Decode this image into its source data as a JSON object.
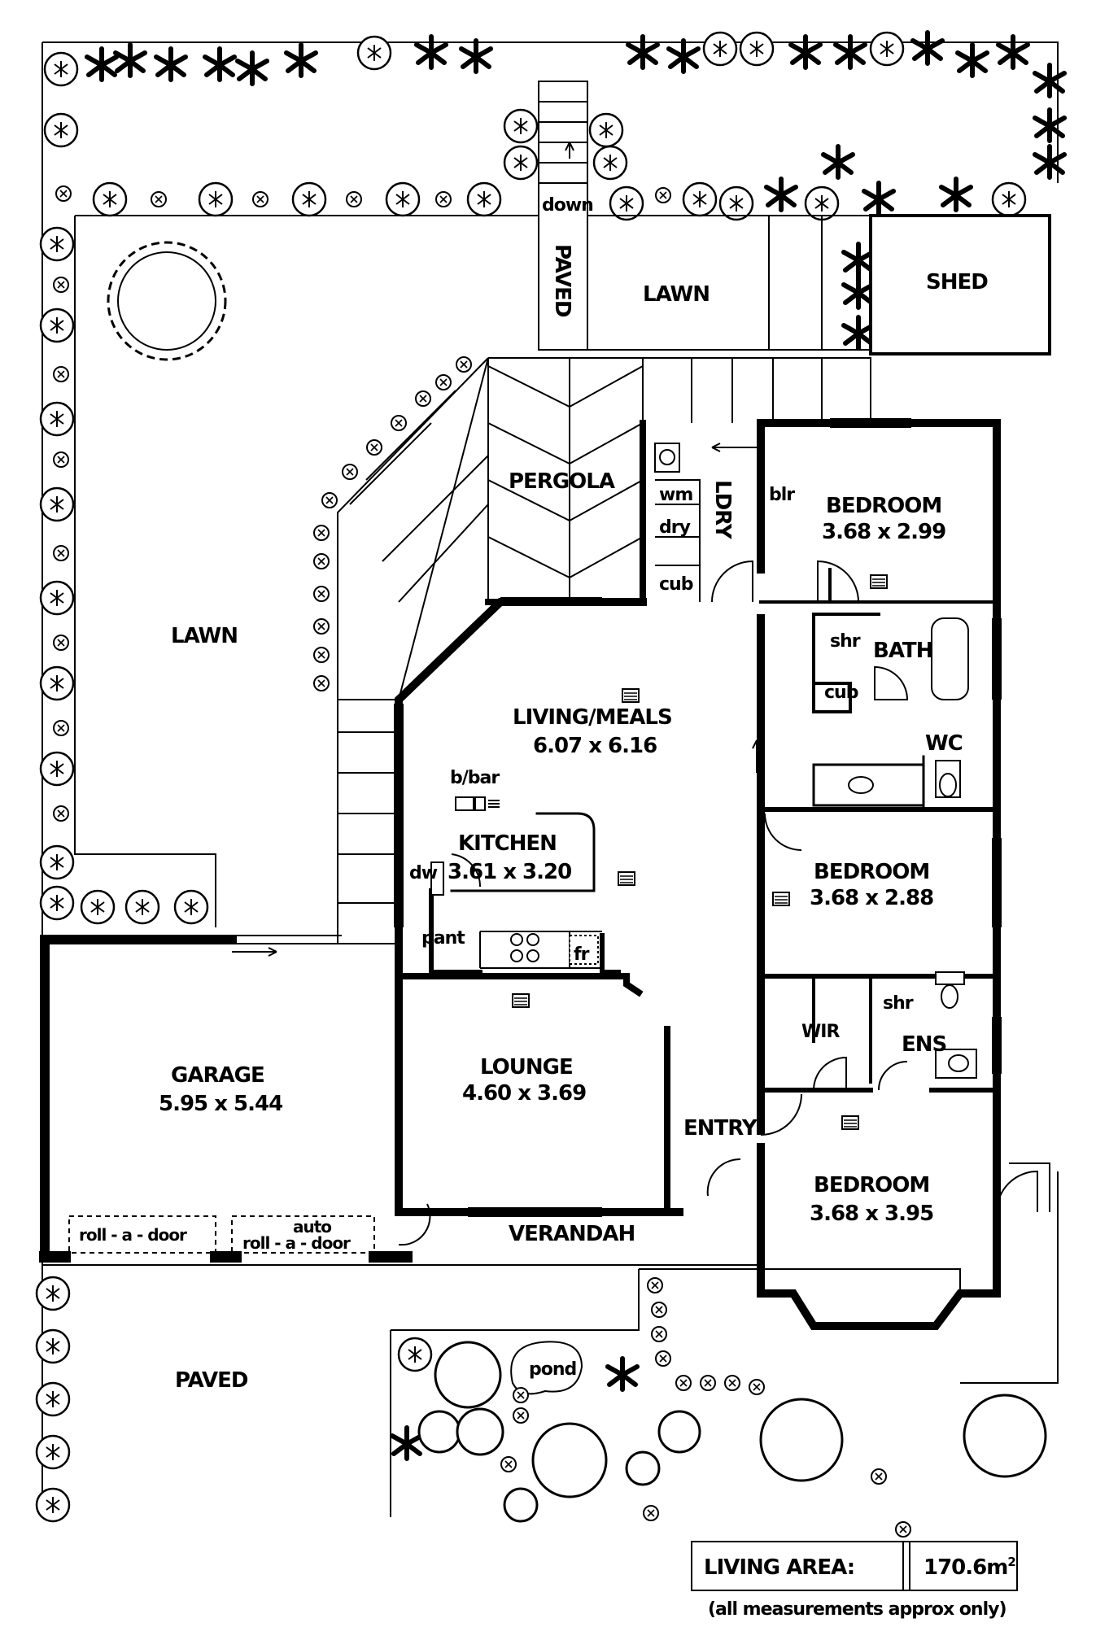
{
  "rooms": {
    "lawn_top": "LAWN",
    "paved_path": "PAVED",
    "down": "down",
    "shed": "SHED",
    "pergola": "PERGOLA",
    "ldry": "LDRY",
    "wm": "wm",
    "dry": "dry",
    "cub_ldry": "cub",
    "blr": "blr",
    "bedroom1": "BEDROOM",
    "bedroom1_dims": "3.68 x 2.99",
    "shr_bath": "shr",
    "bath": "BATH",
    "cub_bath": "cub",
    "wc": "WC",
    "lawn_left": "LAWN",
    "living": "LIVING/MEALS",
    "living_dims": "6.07 x 6.16",
    "bbar": "b/bar",
    "kitchen": "KITCHEN",
    "kitchen_dims": "3.61 x 3.20",
    "dw": "dw",
    "pant": "pant",
    "fr": "fr",
    "bedroom2": "BEDROOM",
    "bedroom2_dims": "3.68 x 2.88",
    "garage": "GARAGE",
    "garage_dims": "5.95 x 5.44",
    "lounge": "LOUNGE",
    "lounge_dims": "4.60 x 3.69",
    "wir": "WIR",
    "shr_ens": "shr",
    "ens": "ENS",
    "entry": "ENTRY",
    "bedroom3": "BEDROOM",
    "bedroom3_dims": "3.68 x 3.95",
    "roll_door": "roll - a - door",
    "auto": "auto",
    "auto_roll_door": "roll - a - door",
    "verandah": "VERANDAH",
    "paved_front": "PAVED",
    "pond": "pond"
  },
  "legend": {
    "living_area_label": "LIVING AREA:",
    "living_area_value": "170.6m",
    "living_area_unit_sup": "2",
    "note": "(all measurements approx only)"
  }
}
